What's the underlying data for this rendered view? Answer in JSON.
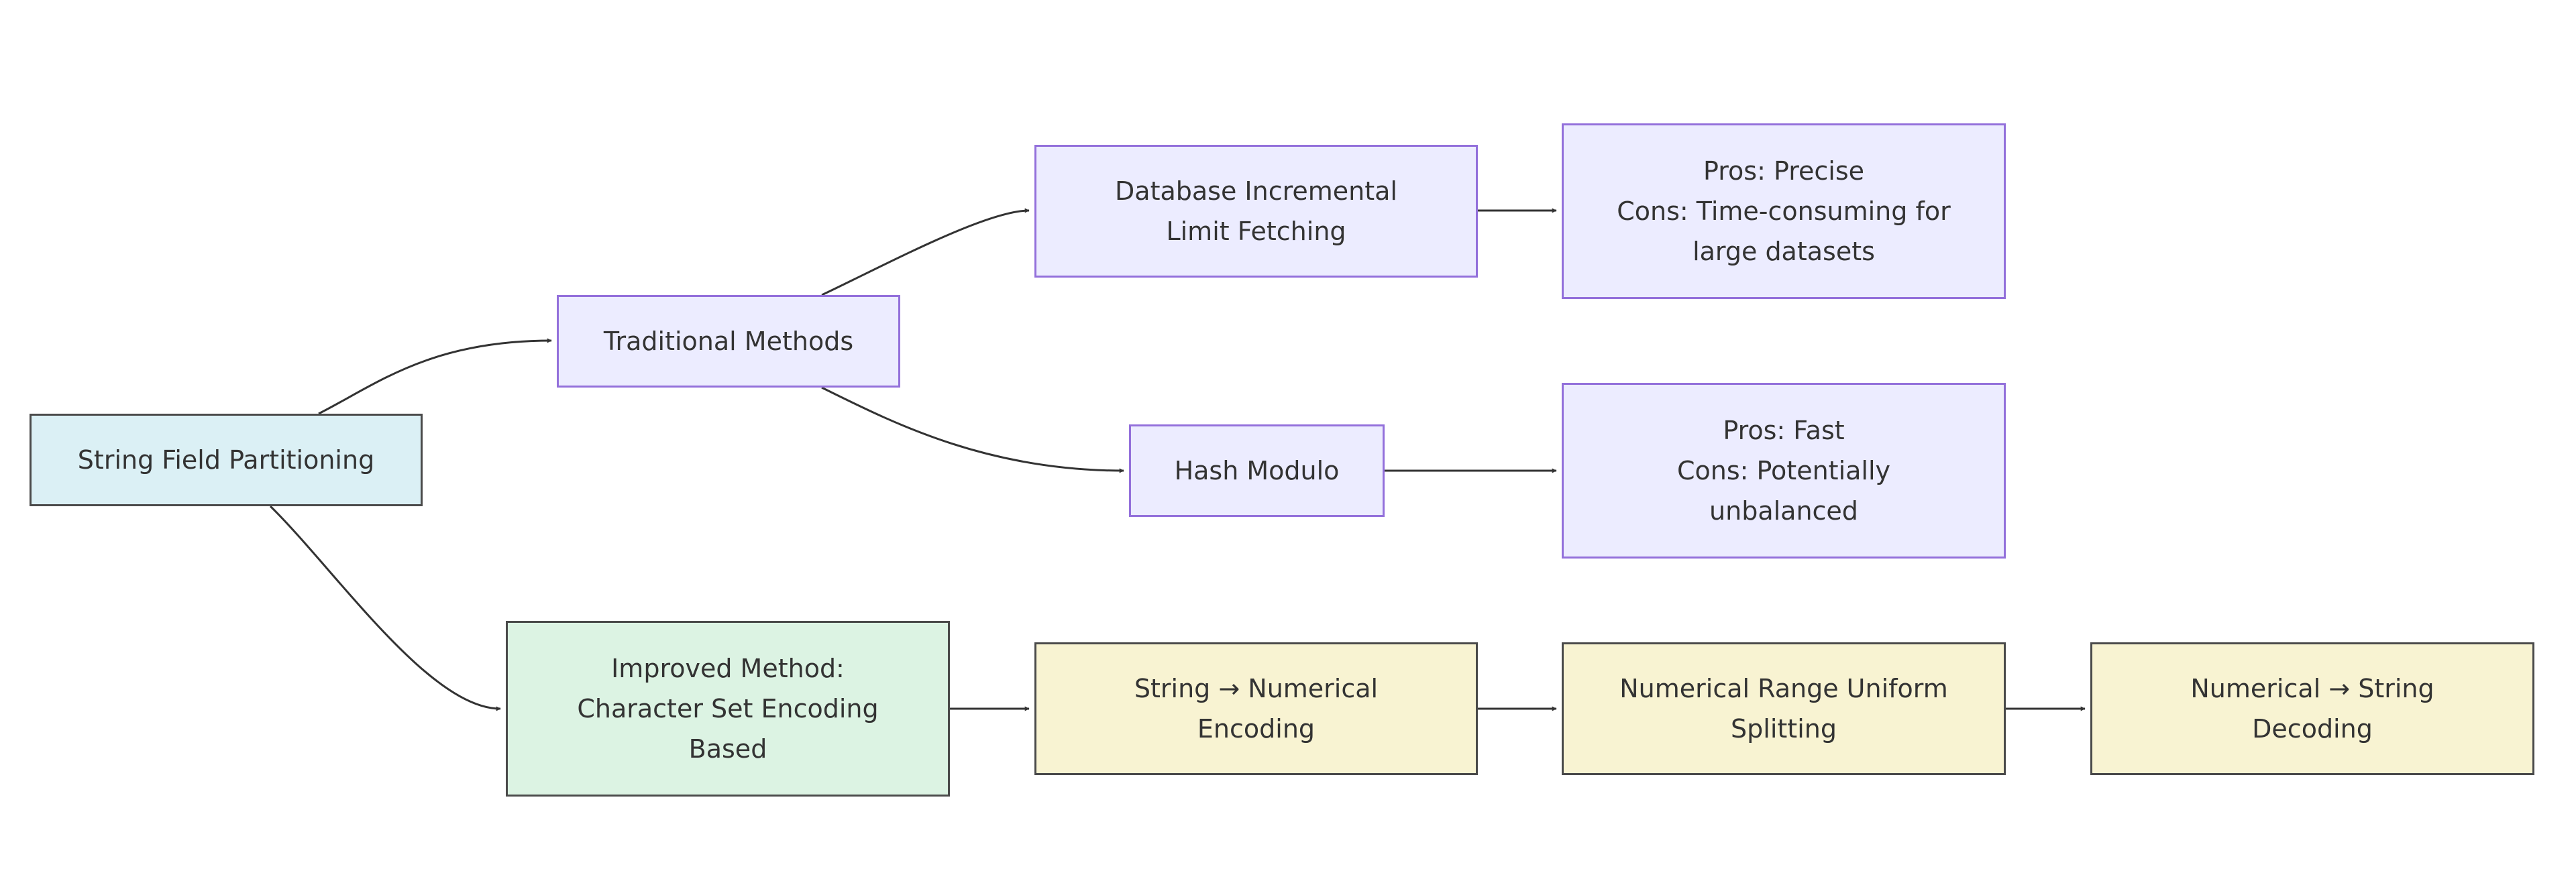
{
  "nodes": {
    "string_field_partitioning": {
      "lines": [
        "String Field Partitioning"
      ]
    },
    "traditional_methods": {
      "lines": [
        "Traditional Methods"
      ]
    },
    "database_incremental": {
      "lines": [
        "Database Incremental",
        "Limit Fetching"
      ]
    },
    "hash_modulo": {
      "lines": [
        "Hash Modulo"
      ]
    },
    "pros_precise": {
      "lines": [
        "Pros: Precise",
        "Cons: Time-consuming for",
        "large datasets"
      ]
    },
    "pros_fast": {
      "lines": [
        "Pros: Fast",
        "Cons: Potentially",
        "unbalanced"
      ]
    },
    "improved_method": {
      "lines": [
        "Improved Method:",
        "Character Set Encoding",
        "Based"
      ]
    },
    "string_to_numerical": {
      "lines": [
        "String → Numerical",
        "Encoding"
      ]
    },
    "numerical_range": {
      "lines": [
        "Numerical Range Uniform",
        "Splitting"
      ]
    },
    "numerical_to_string": {
      "lines": [
        "Numerical → String",
        "Decoding"
      ]
    }
  },
  "colors": {
    "default_fill": "#ececff",
    "default_stroke": "#9370db",
    "root_fill": "#dbf0f5",
    "improved_fill": "#dcf3e3",
    "step_fill": "#f8f3d2",
    "dark_stroke": "#4a4a4a",
    "edge": "#333333",
    "text": "#333333"
  }
}
